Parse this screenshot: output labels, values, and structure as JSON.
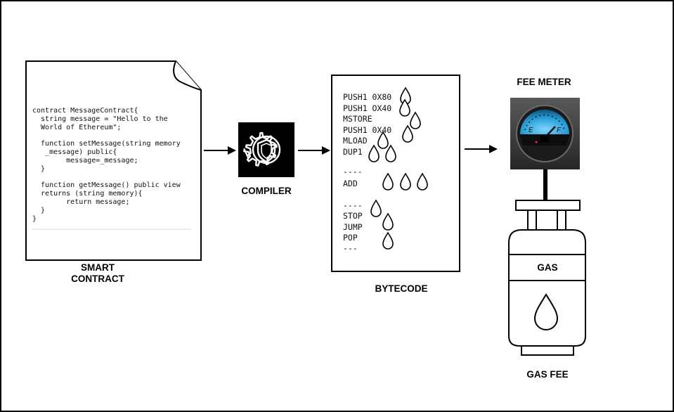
{
  "colors": {
    "stroke": "#000000",
    "meter_face": "#2c9fd8",
    "meter_body": "#3a3a3a",
    "compiler_bg": "#000000"
  },
  "contract": {
    "label_line1": "SMART",
    "label_line2": "CONTRACT",
    "code_lines": [
      "contract MessageContract{",
      "  string message = \"Hello to the",
      "  World of Ethereum\";",
      "",
      "  function setMessage(string memory",
      "   _message) public{",
      "        message=_message;",
      "  }",
      "",
      "  function getMessage() public view",
      "  returns (string memory){",
      "        return message;",
      "  }",
      "}"
    ]
  },
  "compiler": {
    "label": "COMPILER",
    "icon": "gear-shield-icon"
  },
  "bytecode": {
    "label": "BYTECODE",
    "lines": [
      "PUSH1 0X80",
      "PUSH1 OX40",
      "MSTORE",
      "PUSH1 0X40",
      "MLOAD",
      "DUP1",
      "----",
      "ADD",
      "----",
      "STOP",
      "JUMP",
      "POP",
      "---"
    ]
  },
  "fee_meter": {
    "label": "FEE METER",
    "empty_mark": "E",
    "full_mark": "F",
    "icon": "fuel-gauge-icon"
  },
  "gas_tank": {
    "band_label": "GAS",
    "caption": "GAS FEE",
    "icon": "gas-cylinder-icon"
  }
}
